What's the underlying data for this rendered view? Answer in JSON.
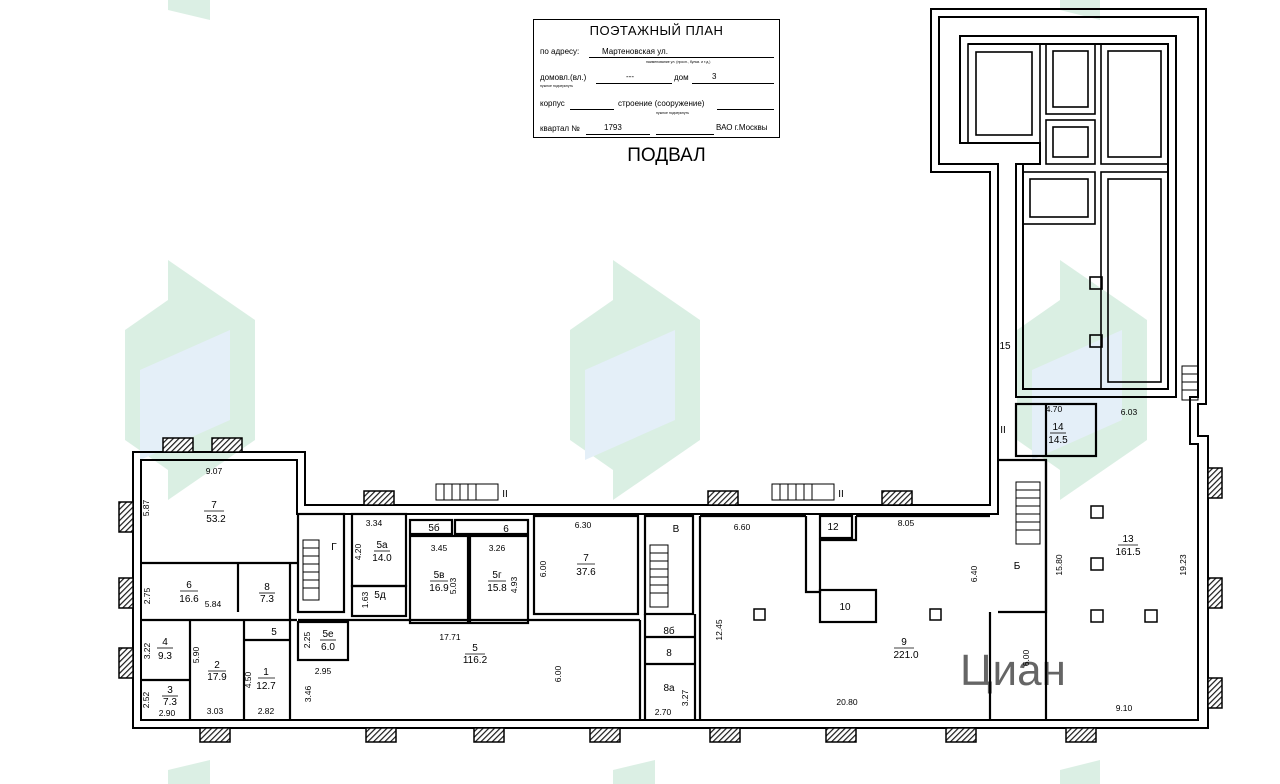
{
  "stamp": {
    "title": "ПОЭТАЖНЫЙ ПЛАН",
    "address_label": "по адресу:",
    "street": "Мартеновская ул.",
    "street_hint": "наименование ул. (просп., бульв. и т.д.)",
    "domovl_label": "домовл.(вл.)",
    "domovl_value": "---",
    "domovl_hint": "нужное подчеркнуть",
    "dom_label": "дом",
    "dom_value": "3",
    "korpus_label": "корпус",
    "stroenie_label": "строение (сооружение)",
    "stroenie_hint": "нужное подчеркнуть",
    "kvartal_label": "квартал №",
    "kvartal_value": "1793",
    "district": "ВАО г.Москвы"
  },
  "floor_title": "ПОДВАЛ",
  "rooms": {
    "r7a_num": "7",
    "r7a_area": "53.2",
    "r6_num": "6",
    "r6_area": "16.6",
    "r8a_num": "8",
    "r8a_area": "7.3",
    "r4_num": "4",
    "r4_area": "9.3",
    "r2_num": "2",
    "r2_area": "17.9",
    "r1_num": "1",
    "r1_area": "12.7",
    "r3_num": "3",
    "r3_area": "7.3",
    "r5e_num": "5е",
    "r5e_area": "6.0",
    "r5a_num": "5а",
    "r5a_area": "14.0",
    "r5v_num": "5в",
    "r5v_area": "16.9",
    "r5g_num": "5г",
    "r5g_area": "15.8",
    "r5_num": "5",
    "r5_area": "116.2",
    "r7b_num": "7",
    "r7b_area": "37.6",
    "r9_num": "9",
    "r9_area": "221.0",
    "r13_num": "13",
    "r13_area": "161.5",
    "r14_num": "14",
    "r14_area": "14.5",
    "r5b": "5б",
    "r5d": "5д",
    "r5small": "5",
    "r6small": "6",
    "rG": "Г",
    "rV": "В",
    "rB": "Б",
    "r8b": "8б",
    "r8": "8",
    "r8a2": "8а",
    "r10": "10",
    "r12": "12",
    "r15": "15",
    "stair_II_a": "II",
    "stair_II_b": "II",
    "stair_II_c": "II",
    "stair_B": "Б"
  },
  "dims": {
    "d907": "9.07",
    "d587": "5.87",
    "d275": "2.75",
    "d584": "5.84",
    "d322": "3.22",
    "d590": "5.90",
    "d450": "4.50",
    "d252": "2.52",
    "d290": "2.90",
    "d303": "3.03",
    "d282": "2.82",
    "d225": "2.25",
    "d295": "2.95",
    "d346": "3.46",
    "d334": "3.34",
    "d420": "4.20",
    "d163": "1.63",
    "d345": "3.45",
    "d326": "3.26",
    "d503": "5.03",
    "d493": "4.93",
    "d1771": "17.71",
    "d600a": "6.00",
    "d630": "6.30",
    "d600b": "6.00",
    "d660": "6.60",
    "d1245": "12.45",
    "d327": "3.27",
    "d270": "2.70",
    "d2080": "20.80",
    "d805": "8.05",
    "d640": "6.40",
    "d600c": "6.00",
    "d1580": "15.80",
    "d1923": "19.23",
    "d910": "9.10",
    "d470": "4.70",
    "d603": "6.03"
  },
  "watermark": "Циан",
  "colors": {
    "wall": "#000000",
    "hatch": "#1a1a1a",
    "watermark_green": "#3aa86a",
    "watermark_blue": "#6fa8dc"
  }
}
